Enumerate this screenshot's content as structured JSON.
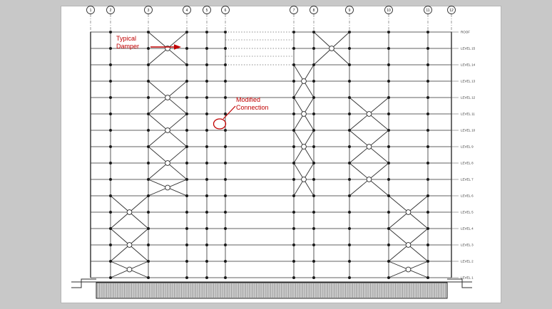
{
  "annotations": {
    "damper_line1": "Typical",
    "damper_line2": "Damper",
    "connection_line1": "Modified",
    "connection_line2": "Connection"
  },
  "grid_labels": [
    "1",
    "2",
    "3",
    "4",
    "5",
    "6",
    "7",
    "8",
    "9",
    "10",
    "11",
    "12"
  ],
  "levels": [
    "ROOF",
    "LEVEL 15",
    "LEVEL 14",
    "LEVEL 13",
    "LEVEL 12",
    "LEVEL 11",
    "LEVEL 10",
    "LEVEL 9",
    "LEVEL 8",
    "LEVEL 7",
    "LEVEL 6",
    "LEVEL 5",
    "LEVEL 4",
    "LEVEL 3",
    "LEVEL 2",
    "LEVEL 1"
  ],
  "colors": {
    "annotation_red": "#c00000",
    "line_dark": "#2e2e2e",
    "background_gray": "#c8c8c8",
    "sheet_white": "#ffffff",
    "foundation_fill": "#d6d6d6"
  }
}
